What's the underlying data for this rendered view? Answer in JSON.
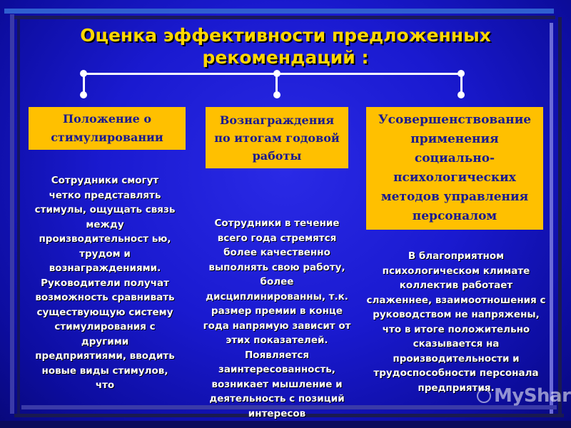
{
  "title": {
    "line1": "Оценка эффективности предложенных",
    "line2": "рекомендаций :"
  },
  "columns": [
    {
      "box_lines": [
        "Положение о",
        "стимулировании"
      ],
      "description": "Сотрудники смогут четко представлять стимулы, ощущать связь между производительност ью, трудом и вознаграждениями. Руководители получат возможность сравнивать существующую систему стимулирования с другими предприятиями, вводить новые виды стимулов, что"
    },
    {
      "box_lines": [
        "Вознаграждения",
        "по итогам годовой",
        "работы"
      ],
      "description": "Сотрудники в течение всего года стремятся более качественно выполнять свою работу, более дисциплинированны, т.к. размер премии в конце года напрямую зависит от этих показателей. Появляется заинтересованность, возникает мышление и деятельность с позиций интересов"
    },
    {
      "box_lines": [
        "Усовершенствование",
        "применения",
        "социально-",
        "психологических",
        "методов управления",
        "персоналом"
      ],
      "description": "В благоприятном психологическом климате коллектив работает слаженнее, взаимоотношения с руководством не напряжены, что в итоге положительно сказывается на производительности и трудоспособности персонала предприятия."
    }
  ],
  "watermark": "MyShared",
  "colors": {
    "background": "#1a1ad0",
    "title": "#ffd700",
    "box": "#ffc000",
    "box_text": "#1a1a90",
    "description_text": "#ffffff"
  }
}
